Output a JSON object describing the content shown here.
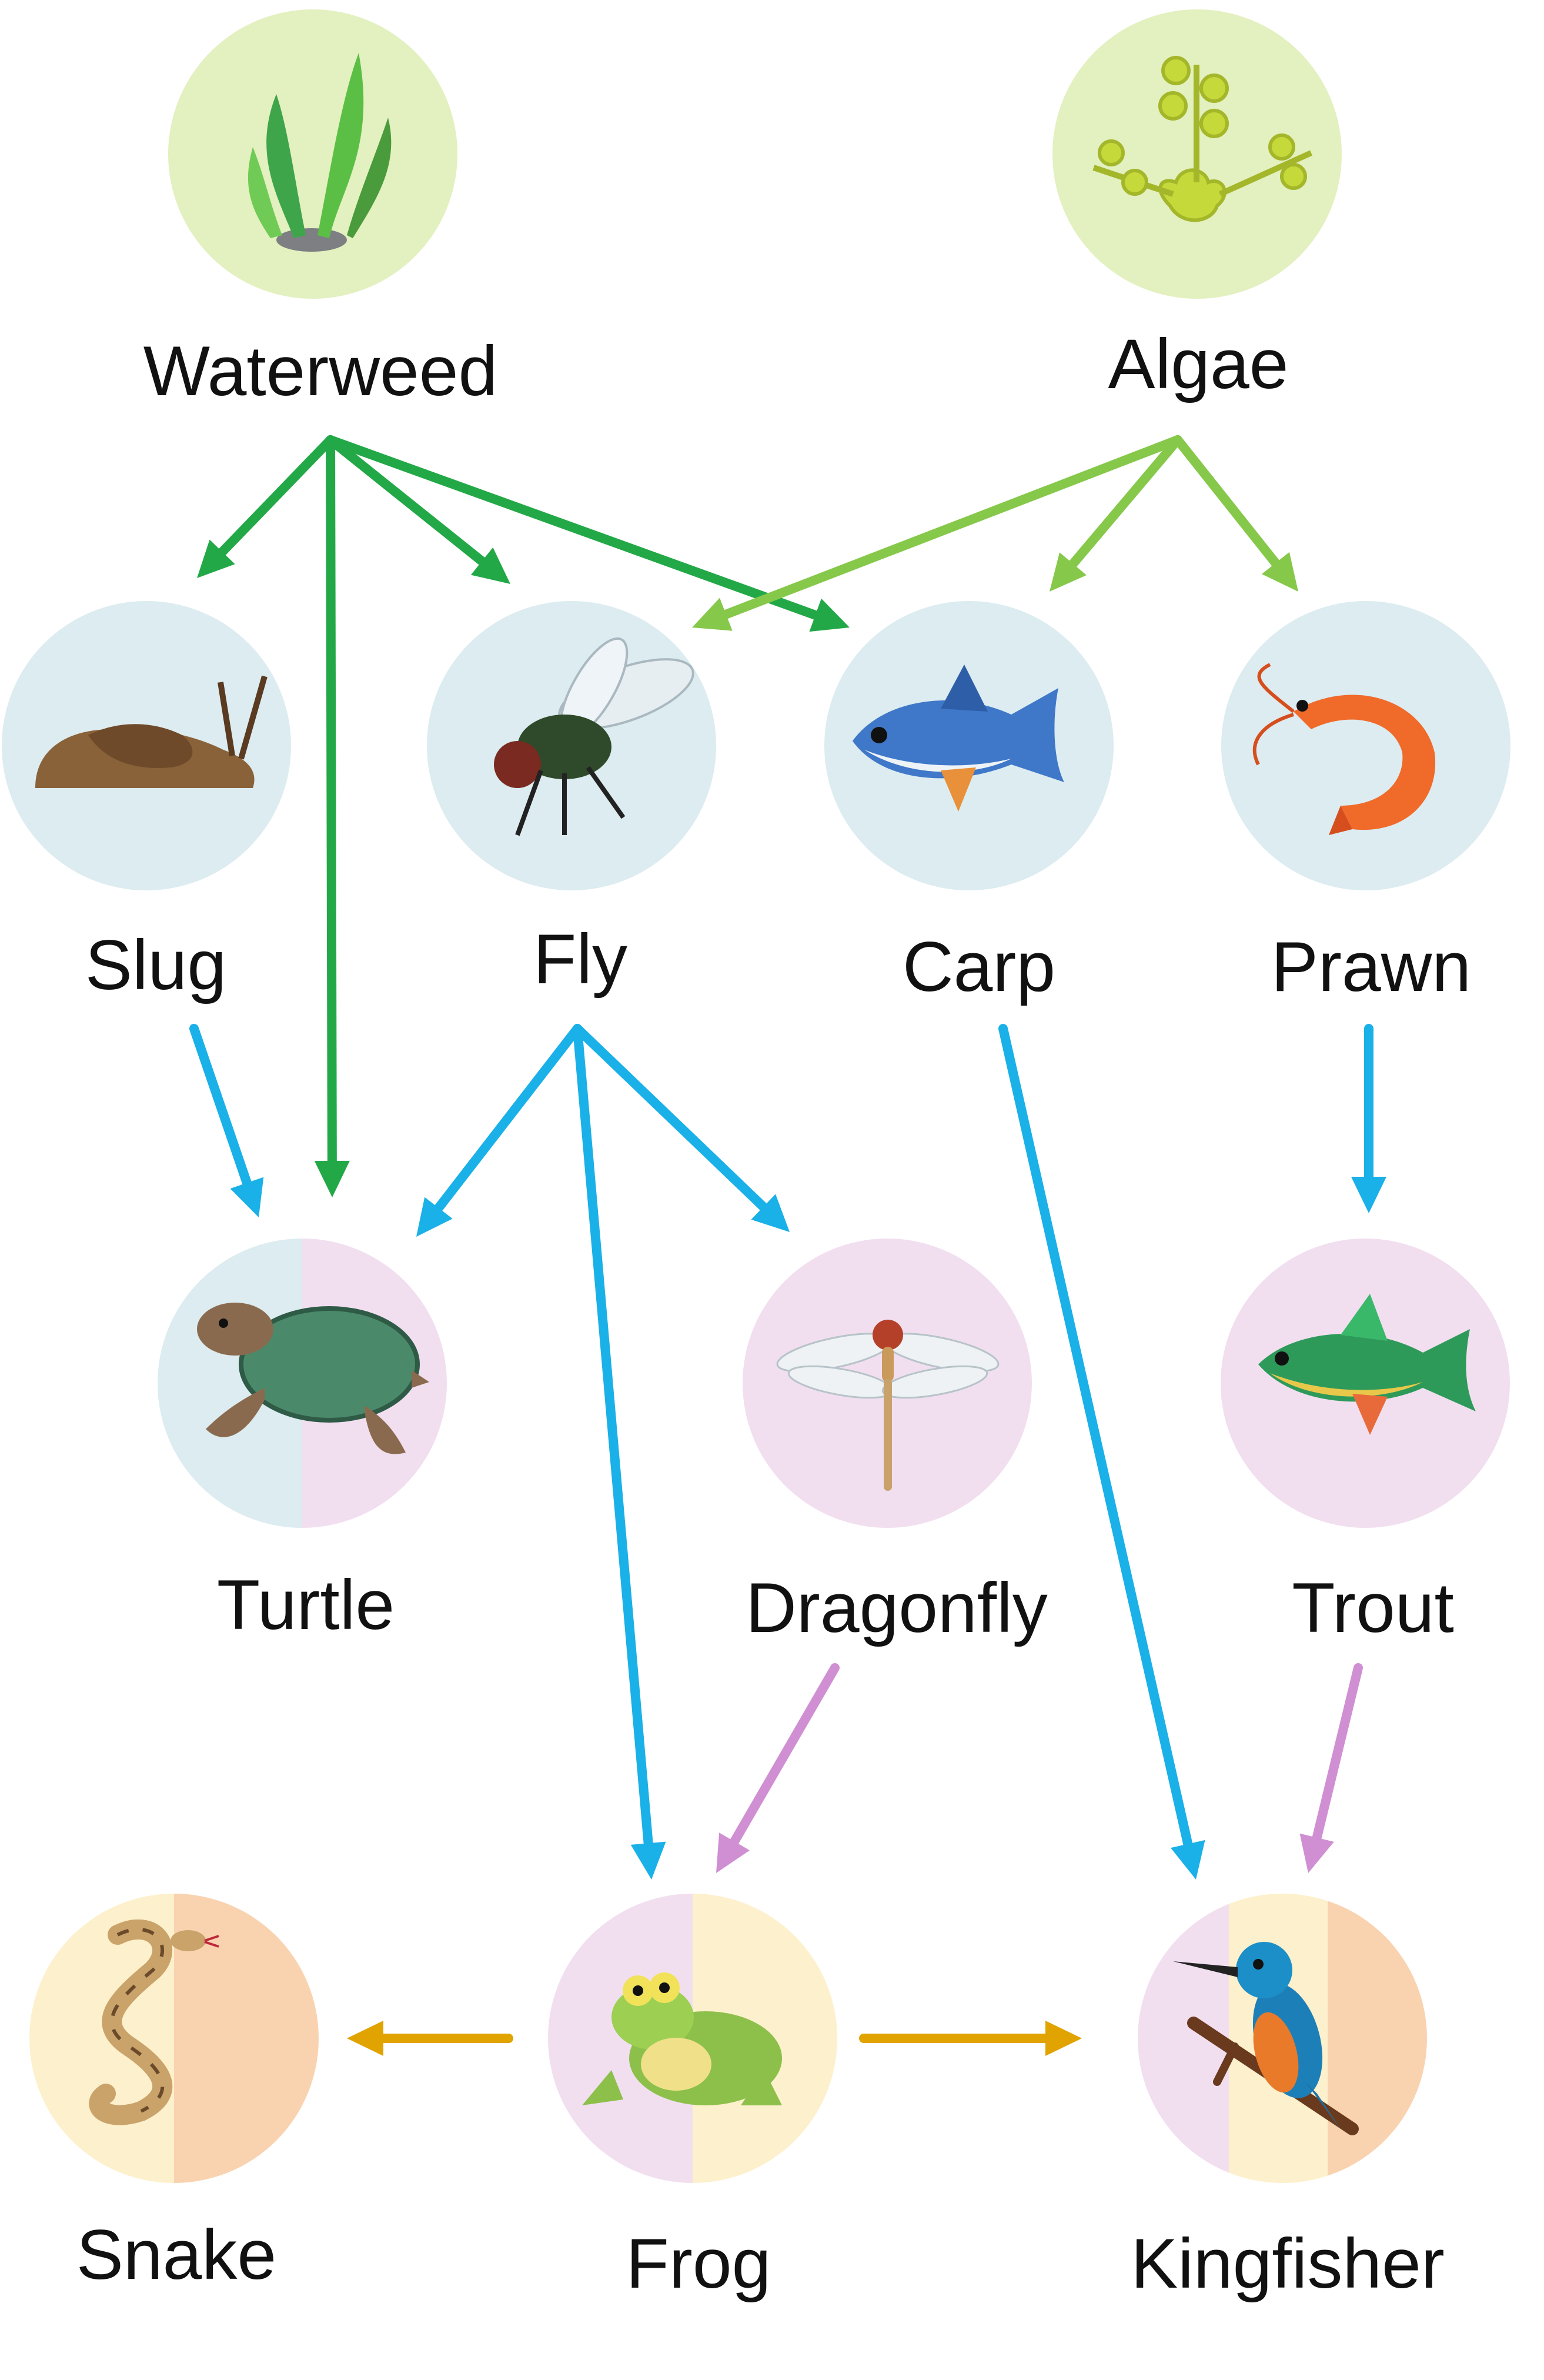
{
  "colors": {
    "producer_bg": "#e3f0bf",
    "primary_bg": "#dcecf0",
    "secondary_bg": "#f1dff0",
    "tertiary_bg": "#fdf0cc",
    "quaternary_bg": "#f9d3b0",
    "arrow_waterweed": "#23a847",
    "arrow_algae": "#86c84a",
    "arrow_primary": "#1ab0e8",
    "arrow_secondary": "#cf8fd2",
    "arrow_tertiary": "#e0a300"
  },
  "organisms": {
    "waterweed": {
      "label": "Waterweed",
      "icon": "waterweed-icon"
    },
    "algae": {
      "label": "Algae",
      "icon": "algae-icon"
    },
    "slug": {
      "label": "Slug",
      "icon": "slug-icon"
    },
    "fly": {
      "label": "Fly",
      "icon": "fly-icon"
    },
    "carp": {
      "label": "Carp",
      "icon": "carp-fish-icon"
    },
    "prawn": {
      "label": "Prawn",
      "icon": "prawn-icon"
    },
    "turtle": {
      "label": "Turtle",
      "icon": "turtle-icon"
    },
    "dragonfly": {
      "label": "Dragonfly",
      "icon": "dragonfly-icon"
    },
    "trout": {
      "label": "Trout",
      "icon": "trout-fish-icon"
    },
    "snake": {
      "label": "Snake",
      "icon": "snake-icon"
    },
    "frog": {
      "label": "Frog",
      "icon": "frog-icon"
    },
    "kingfisher": {
      "label": "Kingfisher",
      "icon": "kingfisher-bird-icon"
    }
  },
  "feeding_links": [
    {
      "from": "Waterweed",
      "to": "Slug"
    },
    {
      "from": "Waterweed",
      "to": "Turtle"
    },
    {
      "from": "Waterweed",
      "to": "Fly"
    },
    {
      "from": "Waterweed",
      "to": "Carp"
    },
    {
      "from": "Algae",
      "to": "Fly"
    },
    {
      "from": "Algae",
      "to": "Carp"
    },
    {
      "from": "Algae",
      "to": "Prawn"
    },
    {
      "from": "Slug",
      "to": "Turtle"
    },
    {
      "from": "Fly",
      "to": "Turtle"
    },
    {
      "from": "Fly",
      "to": "Frog"
    },
    {
      "from": "Fly",
      "to": "Dragonfly"
    },
    {
      "from": "Carp",
      "to": "Kingfisher"
    },
    {
      "from": "Prawn",
      "to": "Trout"
    },
    {
      "from": "Dragonfly",
      "to": "Frog"
    },
    {
      "from": "Trout",
      "to": "Kingfisher"
    },
    {
      "from": "Frog",
      "to": "Snake"
    },
    {
      "from": "Frog",
      "to": "Kingfisher"
    }
  ]
}
